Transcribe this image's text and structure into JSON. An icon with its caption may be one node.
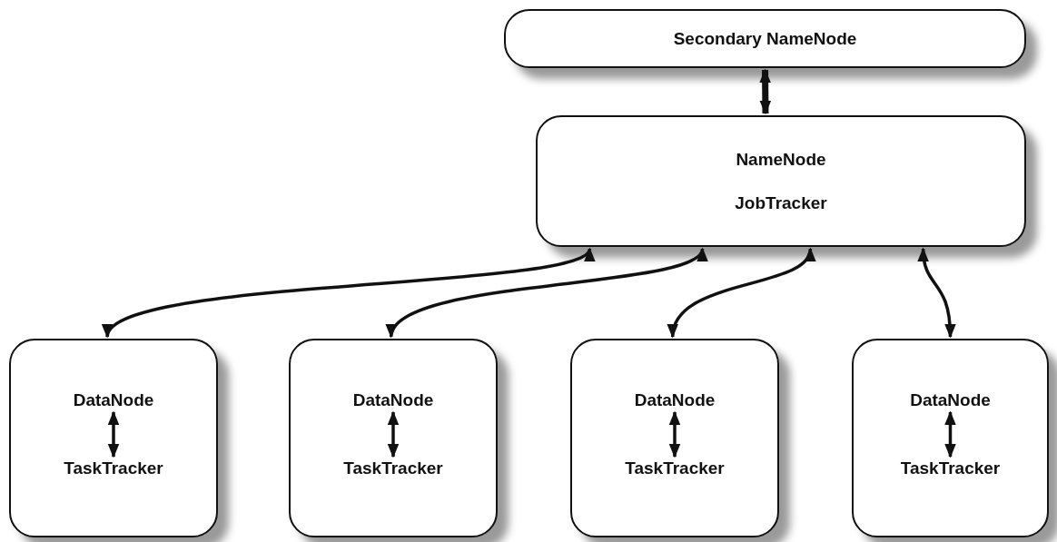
{
  "diagram": {
    "nodes": [
      {
        "text": [
          "Secondary NameNode"
        ]
      },
      {
        "text": [
          "NameNode",
          "JobTracker"
        ]
      },
      {
        "text": [],
        "shape": "box"
      },
      {
        "text": [
          "DataNode"
        ],
        "in": 2
      },
      {
        "text": [
          "TaskTracker"
        ],
        "in": 2
      },
      {
        "text": [],
        "shape": "box"
      },
      {
        "text": [
          "DataNode"
        ],
        "in": 5
      },
      {
        "text": [
          "TaskTracker"
        ],
        "in": 5
      },
      {
        "text": [],
        "shape": "box"
      },
      {
        "text": [
          "DataNode"
        ],
        "in": 8
      },
      {
        "text": [
          "TaskTracker"
        ],
        "in": 8
      },
      {
        "text": [],
        "shape": "box"
      },
      {
        "text": [
          "DataNode"
        ],
        "in": 11
      },
      {
        "text": [
          "TaskTracker"
        ],
        "in": 11
      }
    ],
    "edges": [
      {
        "from": 0,
        "to": 1,
        "arrow": "both",
        "style": "thick"
      },
      {
        "from": 1,
        "to": 2,
        "arrow": "both"
      },
      {
        "from": 1,
        "to": 5,
        "arrow": "both"
      },
      {
        "from": 1,
        "to": 8,
        "arrow": "both"
      },
      {
        "from": 1,
        "to": 11,
        "arrow": "both"
      },
      {
        "from": 3,
        "to": 4,
        "arrow": "both"
      },
      {
        "from": 6,
        "to": 7,
        "arrow": "both"
      },
      {
        "from": 9,
        "to": 10,
        "arrow": "both"
      },
      {
        "from": 12,
        "to": 13,
        "arrow": "both"
      }
    ]
  }
}
